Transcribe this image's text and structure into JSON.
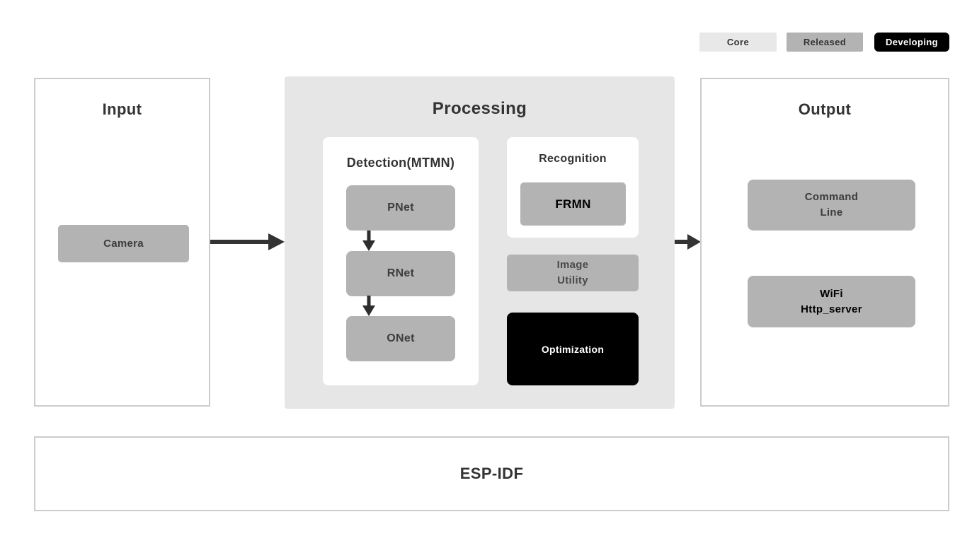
{
  "colors": {
    "core": "#e8e8e8",
    "released": "#b3b3b3",
    "developing": "#000000",
    "panel_background": "#e6e6e6",
    "panel_border": "#cccccc",
    "text_dark": "#333333",
    "arrow": "#333333"
  },
  "legend": {
    "items": [
      {
        "label": "Core",
        "status": "core"
      },
      {
        "label": "Released",
        "status": "released"
      },
      {
        "label": "Developing",
        "status": "developing"
      }
    ]
  },
  "input": {
    "title": "Input",
    "nodes": [
      {
        "label": "Camera",
        "status": "released"
      }
    ]
  },
  "processing": {
    "title": "Processing",
    "detection": {
      "title": "Detection(MTMN)",
      "nodes": [
        {
          "label": "PNet",
          "status": "released"
        },
        {
          "label": "RNet",
          "status": "released"
        },
        {
          "label": "ONet",
          "status": "released"
        }
      ]
    },
    "recognition": {
      "title": "Recognition",
      "nodes": [
        {
          "label": "FRMN",
          "status": "released"
        }
      ]
    },
    "image_utility": {
      "label": "Image\nUtility",
      "status": "released"
    },
    "optimization": {
      "label": "Optimization",
      "status": "developing"
    }
  },
  "output": {
    "title": "Output",
    "nodes": [
      {
        "label": "Command\nLine",
        "status": "released"
      },
      {
        "label": "WiFi\nHttp_server",
        "status": "released"
      }
    ]
  },
  "foundation": {
    "label": "ESP-IDF"
  }
}
